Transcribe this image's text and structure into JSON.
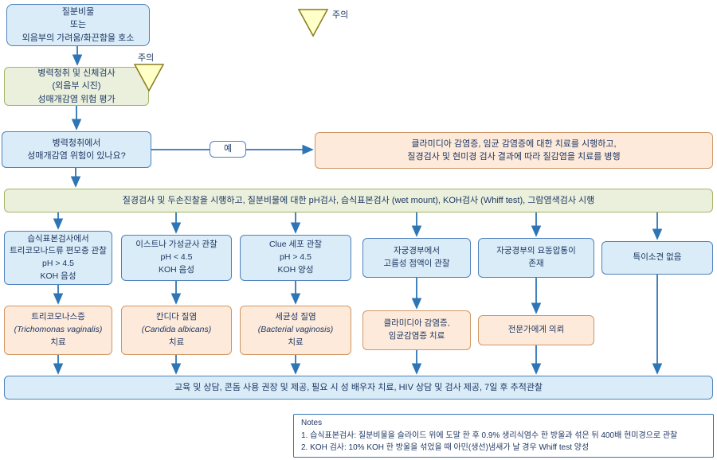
{
  "colors": {
    "box_blue": "#d9ecf7",
    "box_green": "#eaf0dc",
    "box_peach": "#fdeada",
    "border_blue": "#4f81bd",
    "border_green": "#a3b568",
    "border_peach": "#cf9766",
    "arrow": "#2e75b6",
    "warning_fill": "#ffffc8",
    "warning_border": "#8a7a1e",
    "text": "#1f3864"
  },
  "caution": {
    "label": "주의"
  },
  "start": {
    "lines": [
      "질분비물",
      "또는",
      "외음부의 가려움/화끈함을 호소"
    ]
  },
  "exam": {
    "lines": [
      "병력청취 및 신체검사",
      "(외음부 시진)",
      "성매개감염 위험 평가"
    ]
  },
  "question": {
    "lines": [
      "병력청취에서",
      "성매개감염 위험이 있나요?"
    ]
  },
  "yes_label": "예",
  "sti_treatment": {
    "lines": [
      "클라미디아 감염증, 임균 감염증에 대한 치료를 시행하고,",
      "질경검사 및 현미경 검사 결과에 따라 질감염을 치료를 병행"
    ]
  },
  "test_bar": {
    "text": "질경검사 및 두손진찰을 시행하고, 질분비물에 대한 pH검사, 습식표본검사 (wet mount), KOH검사 (Whiff test), 그람염색검사 시행"
  },
  "findings": [
    {
      "lines": [
        "습식표본검사에서",
        "트리코모나드류 편모충 관찰",
        "pH > 4.5",
        "KOH 음성"
      ]
    },
    {
      "lines": [
        "이스트나 가성균사 관찰",
        "pH < 4.5",
        "KOH 음성"
      ]
    },
    {
      "lines": [
        "Clue 세포 관찰",
        "pH > 4.5",
        "KOH 양성"
      ]
    },
    {
      "lines": [
        "자궁경부에서",
        "고름성 점액이 관찰"
      ]
    },
    {
      "lines": [
        "자궁경부의 요동압통이",
        "존재"
      ]
    },
    {
      "lines": [
        "특이소견 없음"
      ]
    }
  ],
  "treatments": [
    {
      "lines": [
        "트리코모나스증",
        "(Trichomonas vaginalis)",
        "치료"
      ]
    },
    {
      "lines": [
        "칸디다 질염",
        "(Candida albicans)",
        "치료"
      ]
    },
    {
      "lines": [
        "세균성 질염",
        "(Bacterial vaginosis)",
        "치료"
      ]
    },
    {
      "lines": [
        "클라미디아 감염증,",
        "임균감염증 치료"
      ]
    },
    {
      "lines": [
        "전문가에게 의뢰"
      ]
    }
  ],
  "followup_bar": {
    "text": "교육 및 상담, 콘돔 사용 권장 및 제공, 필요 시 성 배우자 치료, HIV 상담 및 검사 제공, 7일 후 추적관찰"
  },
  "notes": {
    "title": "Notes",
    "items": [
      "1.  습식표본검사: 질분비물을 슬라이드 위에 도말 한 후 0.9% 생리식염수 한 방울과 섞은 뒤 400배 현미경으로 관찰",
      "2.  KOH 검사: 10% KOH 한 방울을 섞었을 때 아민(생선)냄새가 날 경우 Whiff test 양성"
    ]
  }
}
